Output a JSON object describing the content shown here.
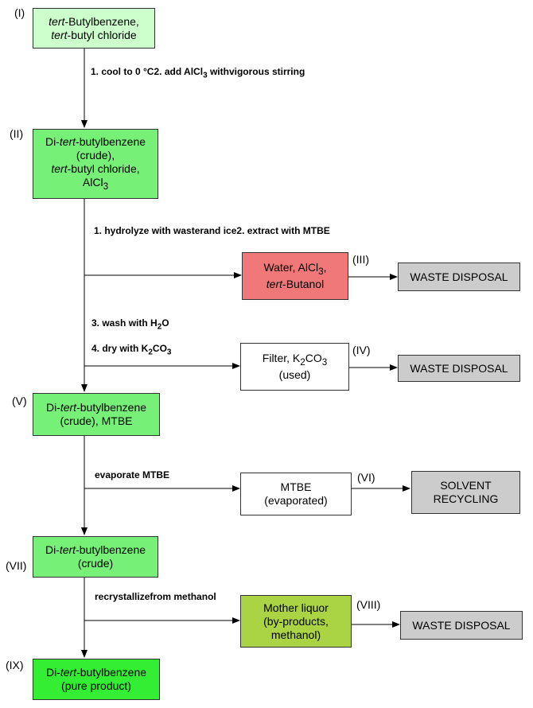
{
  "labels": {
    "I": "(I)",
    "II": "(II)",
    "III": "(III)",
    "IV": "(IV)",
    "V": "(V)",
    "VI": "(VI)",
    "VII": "(VII)",
    "VIII": "(VIII)",
    "IX": "(IX)"
  },
  "boxes": {
    "I": [
      "<i>tert</i>-Butylbenzene,",
      "<i>tert</i>-butyl chloride"
    ],
    "II": [
      "Di-<i>tert</i>-butylbenzene",
      "(crude),",
      "<i>tert</i>-butyl chloride,",
      "AlCl<sub>3</sub>"
    ],
    "III": [
      "Water, AlCl<sub>3</sub>,",
      "<i>tert</i>-Butanol"
    ],
    "IV": [
      "Filter, K<sub>2</sub>CO<sub>3</sub>",
      "(used)"
    ],
    "V": [
      "Di-<i>tert</i>-butylbenzene",
      "(crude), MTBE"
    ],
    "VI": [
      "MTBE",
      "(evaporated)"
    ],
    "VII": [
      "Di-<i>tert</i>-butylbenzene",
      "(crude)"
    ],
    "VIII": [
      "Mother liquor",
      "(by-products,",
      "methanol)"
    ],
    "IX": [
      "Di-<i>tert</i>-butylbenzene",
      "(pure product)"
    ]
  },
  "disposal": {
    "waste1": "WASTE DISPOSAL",
    "waste2": "WASTE DISPOSAL",
    "solvent": [
      "SOLVENT",
      "RECYCLING"
    ],
    "waste3": "WASTE DISPOSAL"
  },
  "steps": {
    "s1": [
      "1. cool to 0 °C",
      "2. add AlCl<sub>3</sub> with",
      "vigorous stirring"
    ],
    "s2": [
      "1. hydrolyze with waster",
      "and ice",
      "2. extract with MTBE"
    ],
    "s3": [
      "3. wash with H<sub>2</sub>O"
    ],
    "s4": [
      "4. dry with K<sub>2</sub>CO<sub>3</sub>"
    ],
    "s5": [
      "evaporate MTBE"
    ],
    "s6": [
      "recrystallize",
      "from methanol"
    ]
  },
  "colors": {
    "start": "#ccffcc",
    "intermediate": "#77f077",
    "pure": "#33ee33",
    "aqueous_waste": "#f07878",
    "mother_liquor": "#aad444",
    "disposal": "#cccccc"
  }
}
